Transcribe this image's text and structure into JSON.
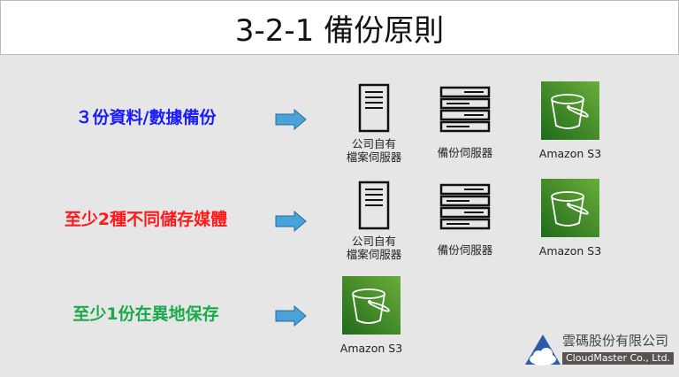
{
  "title": "3-2-1 備份原則",
  "rows": [
    {
      "label": "３份資料/數據備份",
      "color": "#1a1aff",
      "items": [
        {
          "icon": "server-tower",
          "caption": "公司自有\n檔案伺服器"
        },
        {
          "icon": "server-rack",
          "caption": "備份伺服器"
        },
        {
          "icon": "s3-bucket",
          "caption": "Amazon S3"
        }
      ]
    },
    {
      "label": "至少2種不同儲存媒體",
      "color": "#ff1a1a",
      "items": [
        {
          "icon": "server-tower",
          "caption": "公司自有\n檔案伺服器"
        },
        {
          "icon": "server-rack",
          "caption": "備份伺服器"
        },
        {
          "icon": "s3-bucket",
          "caption": "Amazon S3"
        }
      ]
    },
    {
      "label": "至少1份在異地保存",
      "color": "#1aaa4a",
      "items": [
        {
          "icon": "s3-bucket",
          "caption": "Amazon S3"
        }
      ]
    }
  ],
  "arrow_color": "#4aa3d8",
  "logo": {
    "name_cn": "雲碼股份有限公司",
    "name_en": "CloudMaster Co., Ltd."
  }
}
